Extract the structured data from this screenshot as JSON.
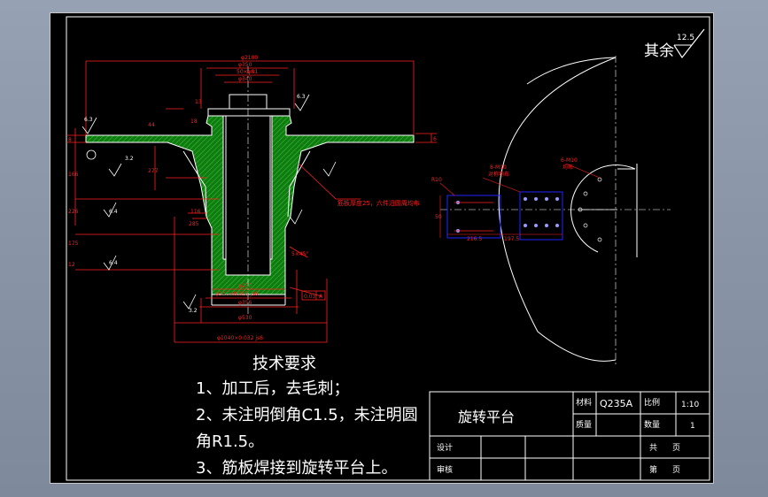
{
  "drawing": {
    "surface_note": "其余",
    "roughness_main": "12.5",
    "roughness_local": "6.3",
    "roughness_small": "3.2",
    "roughness_fine": "6.4",
    "dims": {
      "d_outer": "φ2100",
      "d_350": "φ350",
      "d_hub": "50×φ81",
      "d_bore": "φ340",
      "d_230": "φ230",
      "d_shaft": "φ340×0.018 js6",
      "d_356": "φ356",
      "d_530": "φ530",
      "d_base": "φ1040×0.032 js6",
      "h_13": "13",
      "h_18": "18",
      "h_44": "44",
      "h_8": "8",
      "h_6": "6",
      "h_166": "166",
      "h_277": "277",
      "h_116": "116",
      "h_285": "285",
      "h_226": "226",
      "h_175": "175",
      "h_12": "12",
      "chamfer": "5×45°",
      "tolerance": "0.03",
      "tol_ref": "A"
    },
    "rib_note": "筋板厚度25，六件沿圆周均布",
    "left_note": "8-M10",
    "left_note2": "对称均布",
    "right_note": "6-M10",
    "right_note2": "均布",
    "r_label": "R10",
    "w_label": "216.5",
    "w_label2": "197.5",
    "h_label": "50"
  },
  "notes": {
    "title": "技术要求",
    "line1": "1、加工后，去毛刺；",
    "line2": "2、未注明倒角C1.5，未注明圆",
    "line3": "角R1.5。",
    "line4": "3、筋板焊接到旋转平台上。"
  },
  "titleblock": {
    "part_name": "旋转平台",
    "material_label": "材料",
    "material": "Q235A",
    "scale_label": "比例",
    "scale": "1:10",
    "mass_label": "质量",
    "qty_label": "数量",
    "qty": "1",
    "designer_label": "设计",
    "reviewer_label": "审核",
    "total_label": "共",
    "sheet_unit": "页",
    "page_label": "第",
    "page_unit": "页"
  },
  "colors": {
    "outline": "#ffffff",
    "dimension": "#ff2020",
    "hatch": "#1fa81f",
    "hole": "#2222ff",
    "hole_dots": "#9a9aff"
  }
}
